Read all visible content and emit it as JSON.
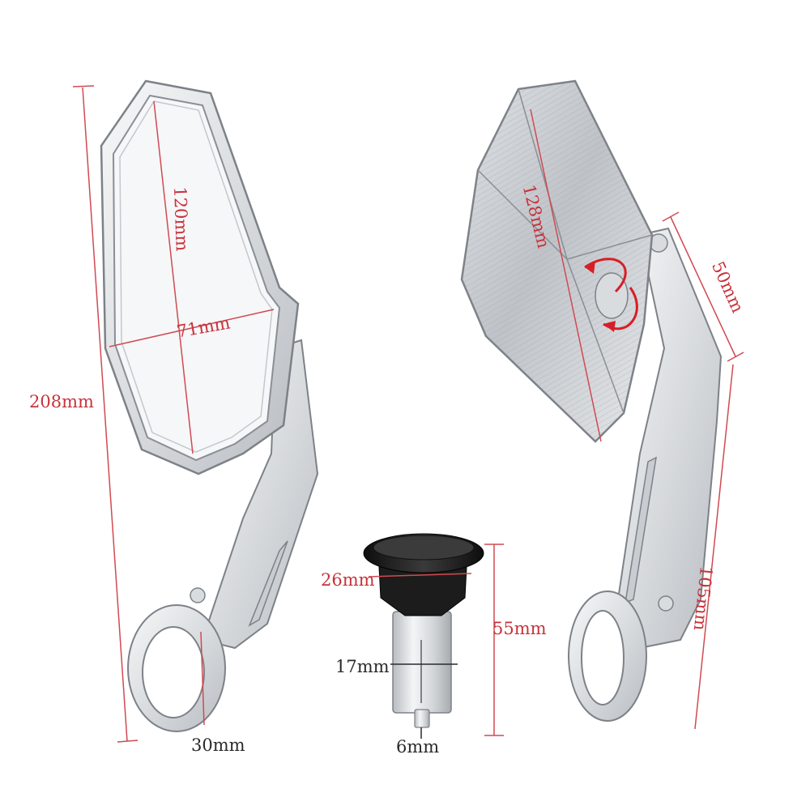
{
  "colors": {
    "dimension_line": "#d04a52",
    "dimension_text": "#c8323a",
    "dark_text": "#2a2a2a",
    "metal_light": "#eef0f2",
    "metal_mid": "#c9ccd0",
    "metal_edge": "#7d8288",
    "glass": "#f6f7f9",
    "cap_black": "#1c1c1c",
    "arrow_red": "#d61f26"
  },
  "mirror_front": {
    "total_height_label": "208mm",
    "glass_height_label": "120mm",
    "glass_width_label": "71mm",
    "clamp_label": "30mm"
  },
  "mirror_side": {
    "housing_length_label": "128mm",
    "pivot_arm_label": "50mm",
    "stem_label": "105mm",
    "rotate_icon": "rotation-arrows-icon"
  },
  "bar_end_plug": {
    "cap_diameter_label": "26mm",
    "total_length_label": "55mm",
    "expander_diameter_label": "17mm",
    "bolt_label": "6mm"
  }
}
